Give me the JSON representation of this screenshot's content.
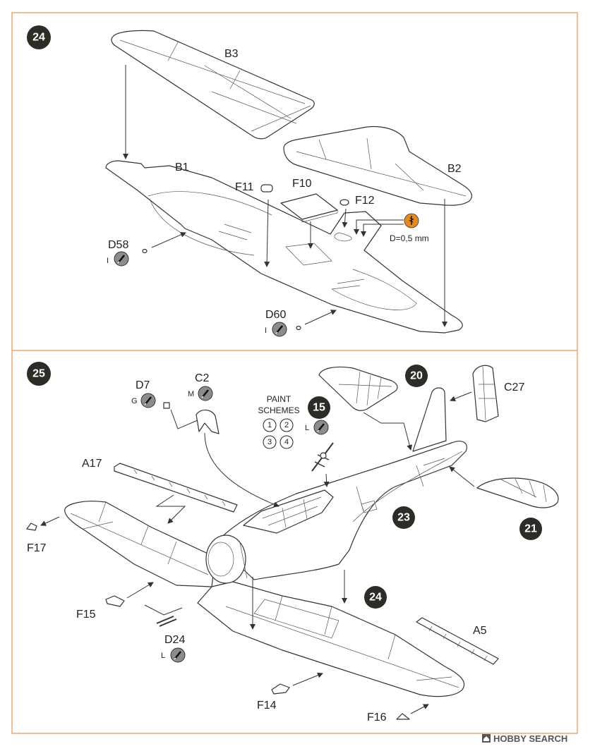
{
  "colors": {
    "frame": "#e8a870",
    "badge": "#2e2c26",
    "badge_text": "#ffffff",
    "paint_chip": "#8c8c8c",
    "drill": "#e8891f",
    "line": "#333333"
  },
  "icons": {
    "paint": "paint-brush-icon",
    "drill": "drill-icon",
    "arrow": "arrow-icon",
    "watermark_logo": "house-logo-icon"
  },
  "step_24": {
    "number": "24",
    "parts": {
      "b3": "B3",
      "b1": "B1",
      "b2": "B2",
      "f11": "F11",
      "f10": "F10",
      "f12": "F12",
      "d58": "D58",
      "d60": "D60"
    },
    "paint_codes": {
      "d58": "I",
      "d60": "I"
    },
    "drill_note": "D=0,5 mm"
  },
  "step_25": {
    "number": "25",
    "parts": {
      "d7": "D7",
      "c2": "C2",
      "c27": "C27",
      "a17": "A17",
      "f17": "F17",
      "f15": "F15",
      "d24": "D24",
      "a5": "A5",
      "f14": "F14",
      "f16": "F16"
    },
    "paint_codes": {
      "d7": "G",
      "c2": "M",
      "s15": "L",
      "d24": "L"
    },
    "paint_schemes": {
      "line1": "PAINT",
      "line2": "SCHEMES",
      "options": [
        "1",
        "2",
        "3",
        "4"
      ]
    },
    "sub_steps": {
      "s15": "15",
      "s20": "20",
      "s21": "21",
      "s23": "23",
      "s24": "24"
    }
  },
  "watermark": "HOBBY SEARCH"
}
